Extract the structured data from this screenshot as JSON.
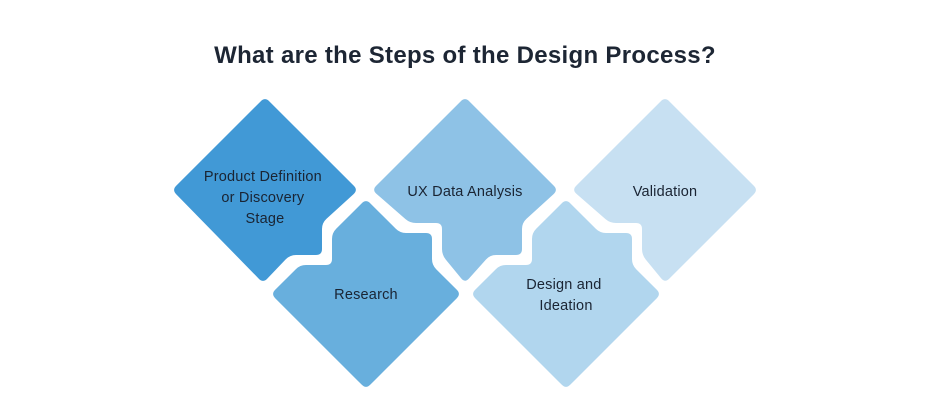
{
  "title": "What are the Steps of the Design Process?",
  "colors": {
    "background": "#ffffff",
    "title_text": "#1d2634",
    "label_text": "#1a2433"
  },
  "steps": [
    {
      "name": "Product Definition or Discovery Stage",
      "lines": [
        "Product Definition",
        "or Discovery",
        "Stage"
      ],
      "color": "#4199d6",
      "row": "top"
    },
    {
      "name": "Research",
      "lines": [
        "Research"
      ],
      "color": "#68afdd",
      "row": "bottom"
    },
    {
      "name": "UX Data Analysis",
      "lines": [
        "UX Data Analysis"
      ],
      "color": "#8ec2e6",
      "row": "top"
    },
    {
      "name": "Design and Ideation",
      "lines": [
        "Design and",
        "Ideation"
      ],
      "color": "#b1d6ee",
      "row": "bottom"
    },
    {
      "name": "Validation",
      "lines": [
        "Validation"
      ],
      "color": "#c7e0f2",
      "row": "top"
    }
  ]
}
